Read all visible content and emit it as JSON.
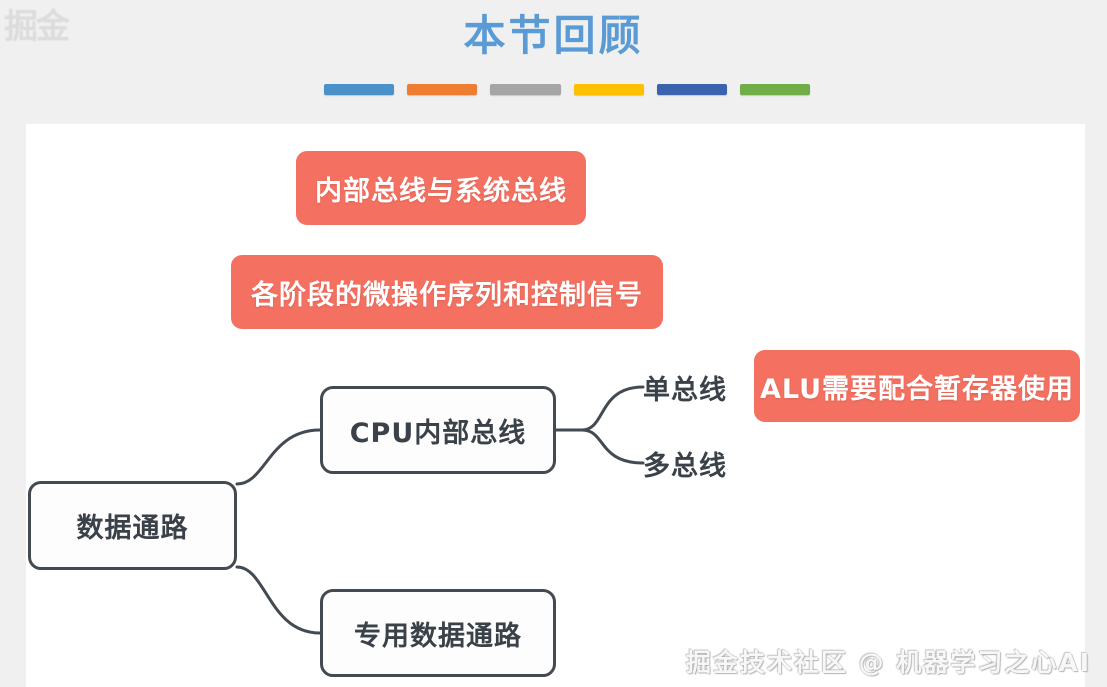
{
  "watermarks": {
    "corner": "掘金",
    "bottom": "掘金技术社区 @ 机器学习之心AI"
  },
  "header": {
    "title": "本节回顾",
    "title_color": "#5B9BD5",
    "accent_bars": [
      {
        "name": "bar-blue-light",
        "color": "#4A90C9"
      },
      {
        "name": "bar-orange",
        "color": "#ED7D31"
      },
      {
        "name": "bar-gray",
        "color": "#A5A5A5"
      },
      {
        "name": "bar-amber",
        "color": "#FFC000"
      },
      {
        "name": "bar-blue-dark",
        "color": "#3A62AD"
      },
      {
        "name": "bar-green",
        "color": "#70AD47"
      }
    ]
  },
  "mindmap": {
    "fill_color": "#F47060",
    "outline_color": "#434A52",
    "nodes": {
      "internal_system_bus": "内部总线与系统总线",
      "micro_ops": "各阶段的微操作序列和控制信号",
      "alu_latch": "ALU需要配合暂存器使用",
      "cpu_internal_bus": "CPU内部总线",
      "data_path": "数据通路",
      "dedicated_data_path": "专用数据通路",
      "single_bus": "单总线",
      "multi_bus": "多总线"
    }
  }
}
